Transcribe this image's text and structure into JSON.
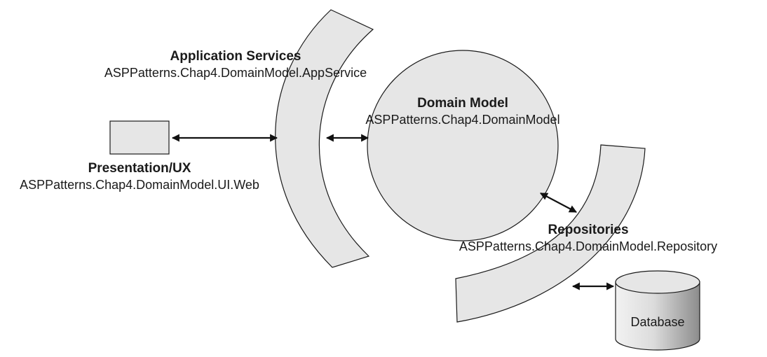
{
  "diagram": {
    "application_services": {
      "title": "Application Services",
      "namespace": "ASPPatterns.Chap4.DomainModel.AppService"
    },
    "domain_model": {
      "title": "Domain Model",
      "namespace": "ASPPatterns.Chap4.DomainModel"
    },
    "presentation": {
      "title": "Presentation/UX",
      "namespace": "ASPPatterns.Chap4.DomainModel.UI.Web"
    },
    "repositories": {
      "title": "Repositories",
      "namespace": "ASPPatterns.Chap4.DomainModel.Repository"
    },
    "database": {
      "label": "Database"
    }
  }
}
